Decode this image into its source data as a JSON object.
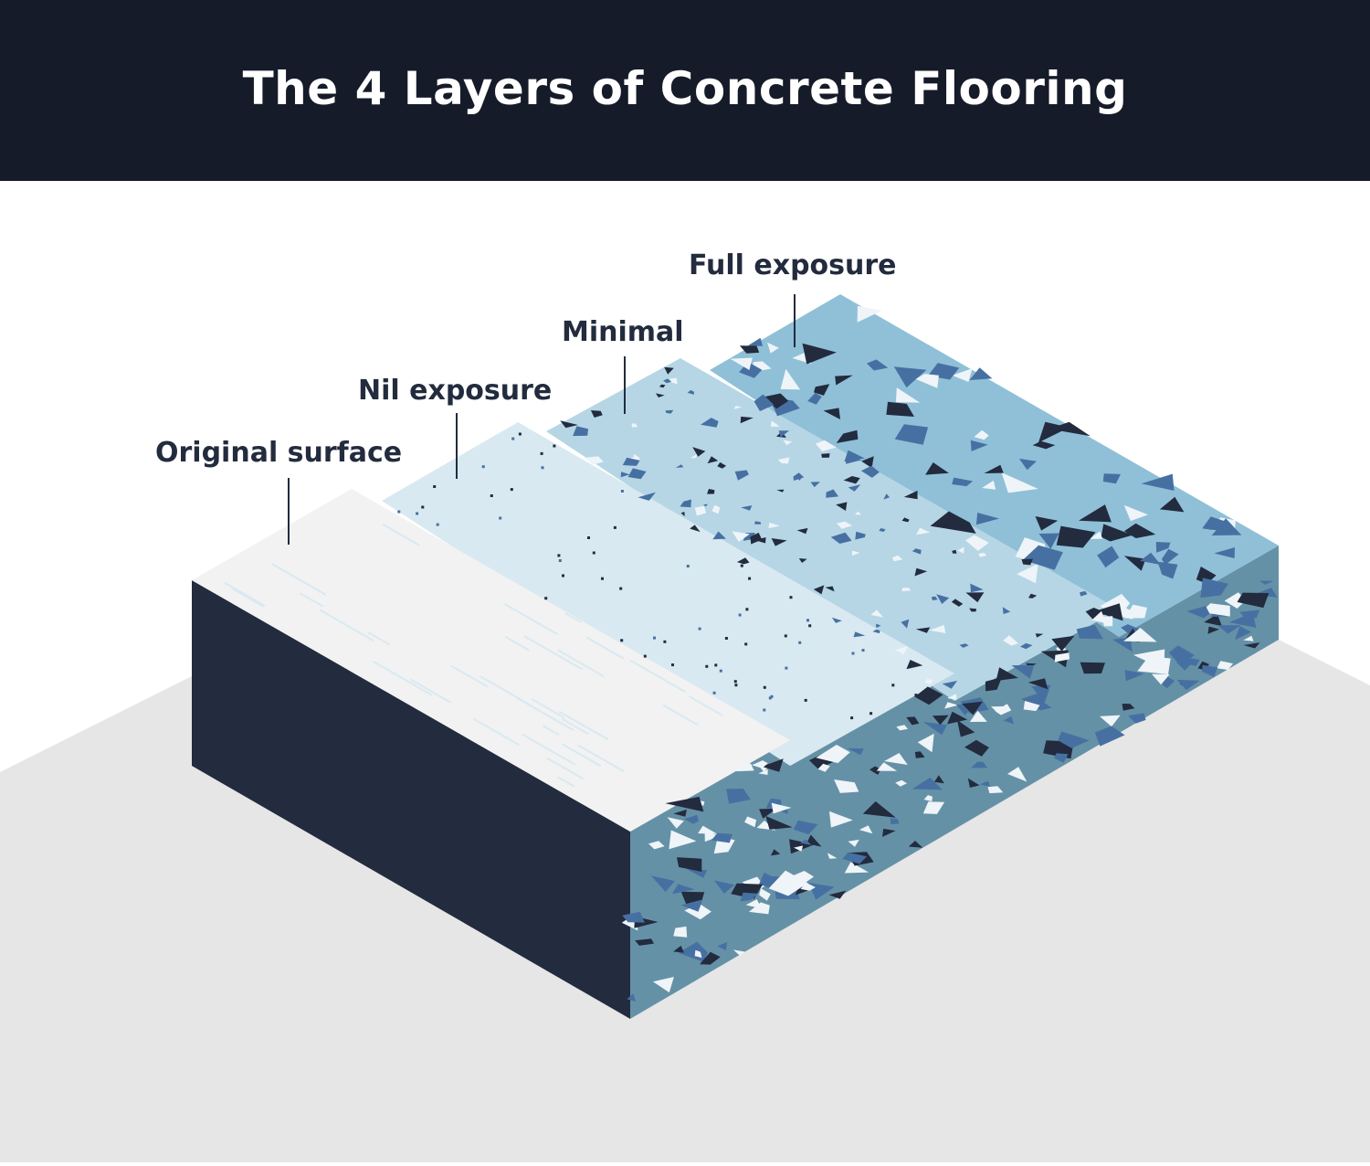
{
  "title": "The 4 Layers of Concrete Flooring",
  "layers": [
    {
      "label": "Original surface"
    },
    {
      "label": "Nil exposure"
    },
    {
      "label": "Minimal"
    },
    {
      "label": "Full exposure"
    }
  ],
  "colors": {
    "header": "#151b28",
    "text": "#232b3e",
    "original_top": "#f2f2f2",
    "original_front": "#232b3e",
    "nil_top": "#d9e9f1",
    "minimal_top": "#b6d6e6",
    "full_top": "#8fc0d8",
    "aggregate_front": "#6591a6",
    "shadow": "#e6e6e6",
    "chip_dark": "#232b3e",
    "chip_blue": "#4770a2",
    "chip_light": "#eef4f8"
  }
}
